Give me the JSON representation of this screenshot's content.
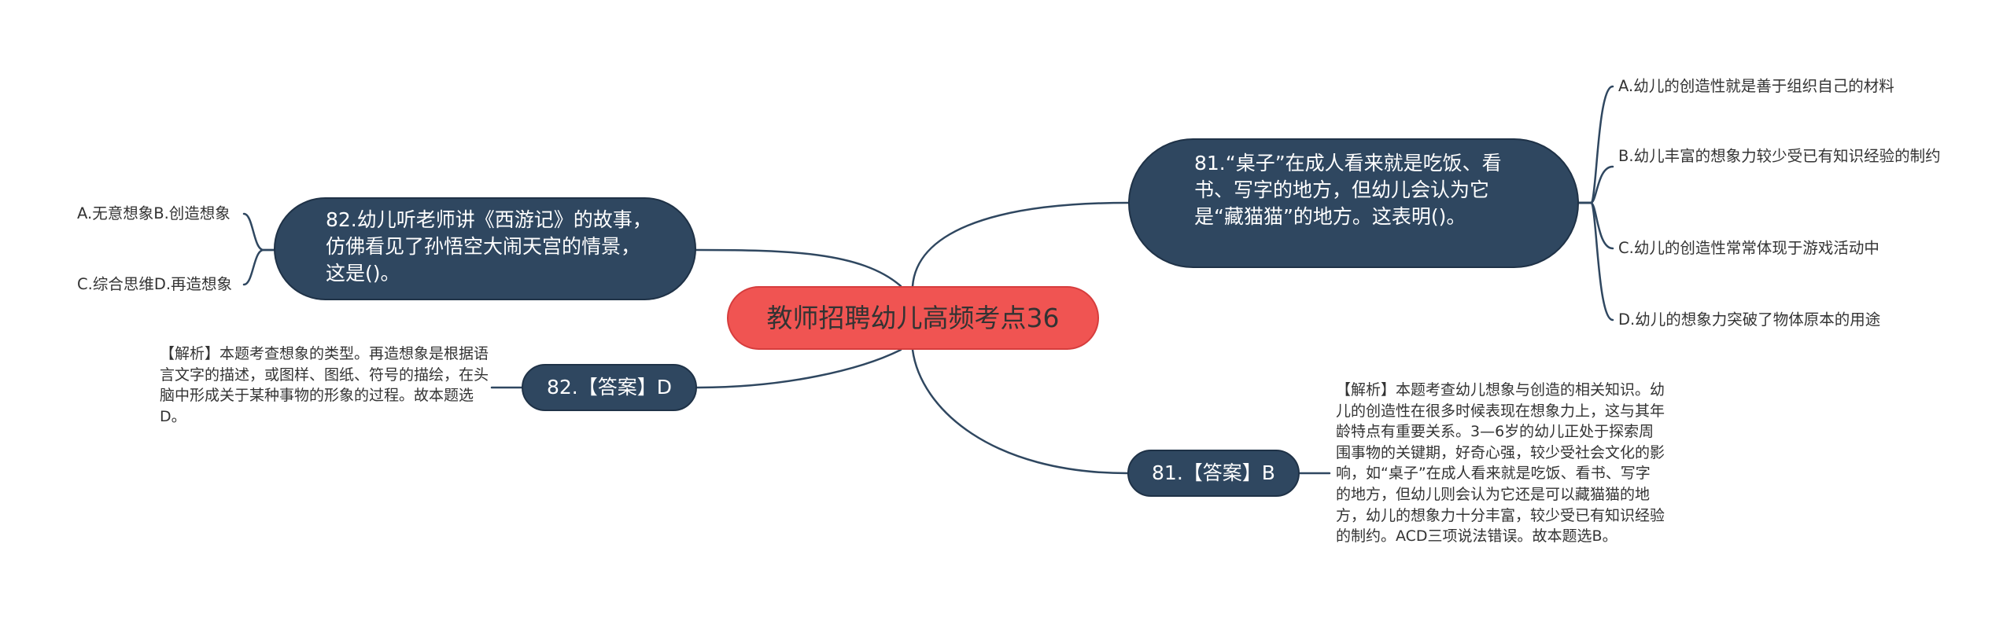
{
  "colors": {
    "root_fill": "#f05452",
    "node_fill": "#2f4760",
    "node_text": "#ffffff",
    "line": "#2f4760",
    "leaf_text": "#333333"
  },
  "root": {
    "title": "教师招聘幼儿高频考点36"
  },
  "q81": {
    "text": "81.“桌子”在成人看来就是吃饭、看书、写字的地方，但幼儿会认为它是“藏猫猫”的地方。这表明()。",
    "options": [
      "A.幼儿的创造性就是善于组织自己的材料",
      "B.幼儿丰富的想象力较少受已有知识经验的制约",
      "C.幼儿的创造性常常体现于游戏活动中",
      "D.幼儿的想象力突破了物体原本的用途"
    ]
  },
  "q82": {
    "text": "82.幼儿听老师讲《西游记》的故事，仿佛看见了孙悟空大闹天宫的情景，这是()。",
    "options": [
      "A.无意想象B.创造想象",
      "C.综合思维D.再造想象"
    ]
  },
  "a82": {
    "label": "82.【答案】D",
    "analysis": "【解析】本题考查想象的类型。再造想象是根据语言文字的描述，或图样、图纸、符号的描绘，在头脑中形成关于某种事物的形象的过程。故本题选D。"
  },
  "a81": {
    "label": "81.【答案】B",
    "analysis": "【解析】本题考查幼儿想象与创造的相关知识。幼儿的创造性在很多时候表现在想象力上，这与其年龄特点有重要关系。3—6岁的幼儿正处于探索周围事物的关键期，好奇心强，较少受社会文化的影响，如“桌子”在成人看来就是吃饭、看书、写字的地方，但幼儿则会认为它还是可以藏猫猫的地方，幼儿的想象力十分丰富，较少受已有知识经验的制约。ACD三项说法错误。故本题选B。"
  }
}
